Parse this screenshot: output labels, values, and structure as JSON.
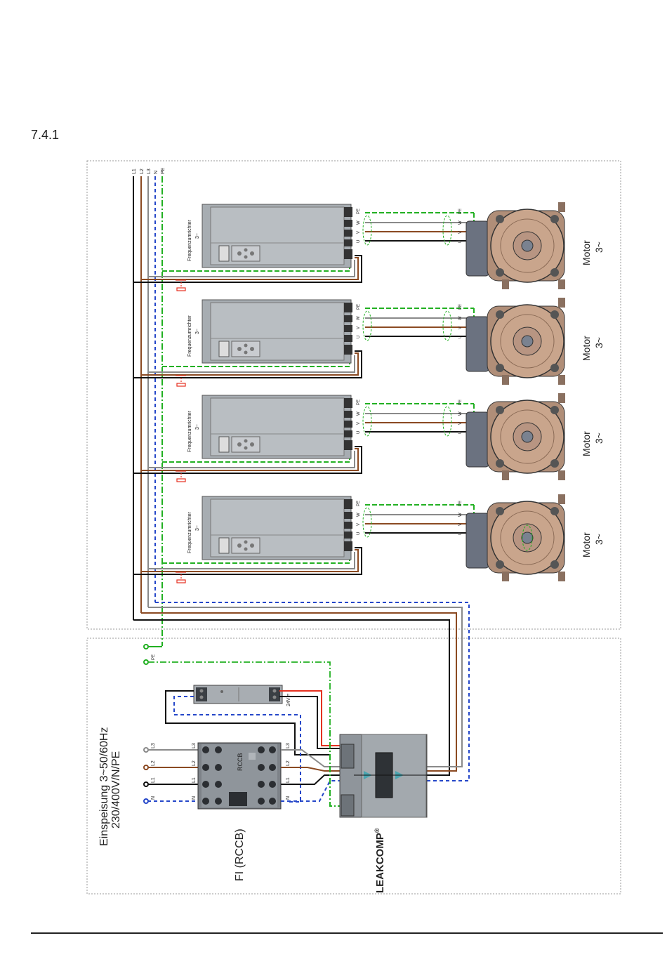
{
  "section_number": "7.4.1",
  "colors": {
    "L1": "#111111",
    "L2": "#8b4a22",
    "L3": "#8a8a8a",
    "N": "#2547c9",
    "PE": "#22b022",
    "plus24v": "#e53020",
    "device": "#9da3a8",
    "motor": "#c9a58c",
    "flange": "#6b7280"
  },
  "supply": {
    "title_line1": "Einspeisung 3~50/60Hz",
    "title_line2": "230/400V/N/PE",
    "terminals": [
      "L3",
      "L2",
      "L1",
      "N"
    ]
  },
  "bus_labels": [
    "L1",
    "L2",
    "L3",
    "N",
    "PE"
  ],
  "pe_label": "PE",
  "rccb": {
    "caption": "FI (RCCB)",
    "face_label": "RCCB",
    "terminals": [
      "L3",
      "L2",
      "L1",
      "N"
    ]
  },
  "power_supply": {
    "label": "24V ="
  },
  "leakcomp": {
    "brand": "LEAKCOMP",
    "reg": "®"
  },
  "converters": [
    {
      "label": "Frequenzumrichter",
      "phase": "3~",
      "terminals": [
        "U",
        "V",
        "W",
        "PE"
      ]
    },
    {
      "label": "Frequenzumrichter",
      "phase": "3~",
      "terminals": [
        "U",
        "V",
        "W",
        "PE"
      ]
    },
    {
      "label": "Frequenzumrichter",
      "phase": "3~",
      "terminals": [
        "U",
        "V",
        "W",
        "PE"
      ]
    },
    {
      "label": "Frequenzumrichter",
      "phase": "3~",
      "terminals": [
        "U",
        "V",
        "W",
        "PE"
      ]
    }
  ],
  "motors": [
    {
      "label": "Motor",
      "phase": "3~",
      "terminals": [
        "U",
        "V",
        "W",
        "PE"
      ]
    },
    {
      "label": "Motor",
      "phase": "3~",
      "terminals": [
        "U",
        "V",
        "W",
        "PE"
      ]
    },
    {
      "label": "Motor",
      "phase": "3~",
      "terminals": [
        "U",
        "V",
        "W",
        "PE"
      ]
    },
    {
      "label": "Motor",
      "phase": "3~",
      "terminals": [
        "U",
        "V",
        "W",
        "PE"
      ]
    }
  ]
}
